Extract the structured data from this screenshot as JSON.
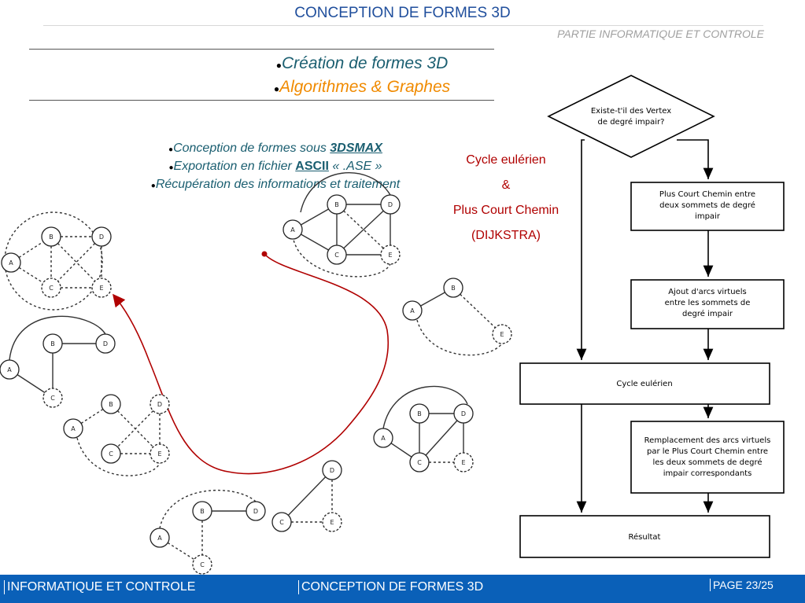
{
  "header": {
    "title": "CONCEPTION DE FORMES 3D",
    "subtitle": "PARTIE INFORMATIQUE ET CONTROLE"
  },
  "bullets": {
    "item1": "Création de formes 3D",
    "item2": "Algorithmes & Graphes"
  },
  "sub_bullets": {
    "line1_text": "Conception de formes sous ",
    "line1_kw": "3DSMAX",
    "line2_text": "Exportation en fichier ",
    "line2_kw": "ASCII",
    "line2_tail": " « .ASE »",
    "line3_text": "Récupération des informations et traitement"
  },
  "algorithm": {
    "line1": "Cycle eulérien",
    "line2": "&",
    "line3": "Plus Court Chemin",
    "line4": "(DIJKSTRA)"
  },
  "flowchart": {
    "decision": [
      "Existe-t'il des Vertex",
      "de degré impair?"
    ],
    "step1": [
      "Plus Court Chemin entre",
      "deux sommets de degré",
      "impair"
    ],
    "step2": [
      "Ajout d'arcs virtuels",
      "entre les sommets de",
      "degré impair"
    ],
    "step3": [
      "Cycle eulérien"
    ],
    "step4": [
      "Remplacement des arcs virtuels",
      "par le Plus Court Chemin entre",
      "les deux sommets de degré",
      "impair correspondants"
    ],
    "step5": [
      "Résultat"
    ]
  },
  "graph_nodes": {
    "a": "A",
    "b": "B",
    "c": "C",
    "d": "D",
    "e": "E"
  },
  "footer": {
    "left": "INFORMATIQUE ET CONTROLE",
    "center": "CONCEPTION DE FORMES 3D",
    "page": "PAGE 23/25"
  },
  "colors": {
    "title_blue": "#1f4e9c",
    "teal": "#1a5e70",
    "orange": "#f08a00",
    "algo_red": "#b00000",
    "footer_blue": "#0a60b8"
  }
}
